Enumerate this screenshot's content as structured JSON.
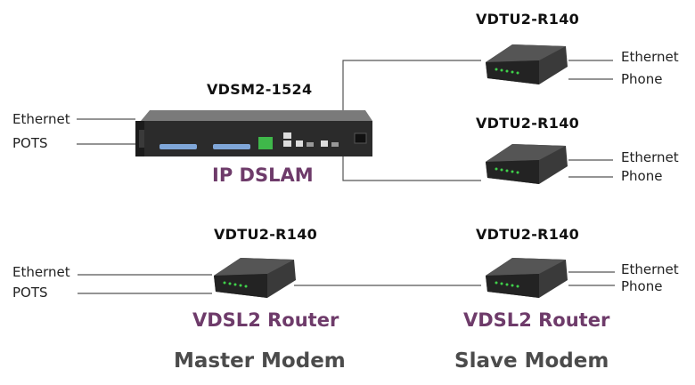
{
  "dslam": {
    "model": "VDSM2-1524",
    "category": "IP DSLAM",
    "ports": [
      "Ethernet",
      "POTS"
    ]
  },
  "cpe_top": {
    "model": "VDTU2-R140",
    "ports": [
      "Ethernet",
      "Phone"
    ]
  },
  "cpe_middle": {
    "model": "VDTU2-R140",
    "ports": [
      "Ethernet",
      "Phone"
    ]
  },
  "master": {
    "model": "VDTU2-R140",
    "category": "VDSL2 Router",
    "role": "Master Modem",
    "ports": [
      "Ethernet",
      "POTS"
    ]
  },
  "slave": {
    "model": "VDTU2-R140",
    "category": "VDSL2 Router",
    "role": "Slave Modem",
    "ports": [
      "Ethernet",
      "Phone"
    ]
  },
  "colors": {
    "category": "#6e3b6a",
    "role": "#4b4b4b",
    "wire": "#555555",
    "led": "#3fd14a"
  }
}
